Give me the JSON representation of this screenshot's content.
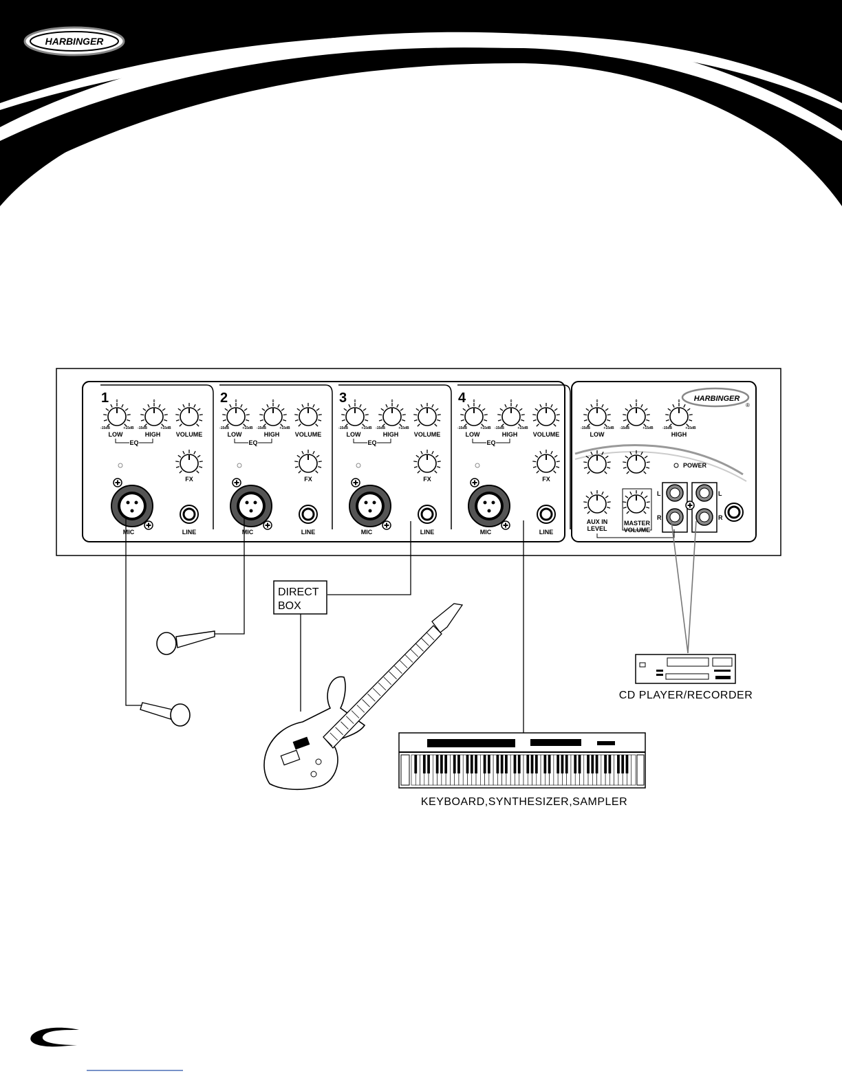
{
  "brand": {
    "logo_text": "HARBINGER"
  },
  "mixer": {
    "brand": "HARBINGER",
    "registered": "®",
    "channels": [
      {
        "number": "1",
        "eq_low": "LOW",
        "eq_high": "HIGH",
        "eq": "EQ",
        "volume": "VOLUME",
        "fx": "FX",
        "mic": "MIC",
        "line": "LINE"
      },
      {
        "number": "2",
        "eq_low": "LOW",
        "eq_high": "HIGH",
        "eq": "EQ",
        "volume": "VOLUME",
        "fx": "FX",
        "mic": "MIC",
        "line": "LINE"
      },
      {
        "number": "3",
        "eq_low": "LOW",
        "eq_high": "HIGH",
        "eq": "EQ",
        "volume": "VOLUME",
        "fx": "FX",
        "mic": "MIC",
        "line": "LINE"
      },
      {
        "number": "4",
        "eq_low": "LOW",
        "eq_high": "HIGH",
        "eq": "EQ",
        "volume": "VOLUME",
        "fx": "FX",
        "mic": "MIC",
        "line": "LINE"
      }
    ],
    "knob_scale": {
      "center": "0",
      "min": "-15dB",
      "max": "+15dB"
    },
    "master": {
      "low": "LOW",
      "high": "HIGH",
      "power": "POWER",
      "aux_in_1": "AUX IN",
      "aux_in_2": "LEVEL",
      "master_1": "MASTER",
      "master_2": "VOLUME",
      "left": "L",
      "right": "R"
    }
  },
  "devices": {
    "direct_box_1": "DIRECT",
    "direct_box_2": "BOX",
    "cd_player": "CD PLAYER/RECORDER",
    "keyboard": "KEYBOARD,SYNTHESIZER,SAMPLER"
  }
}
